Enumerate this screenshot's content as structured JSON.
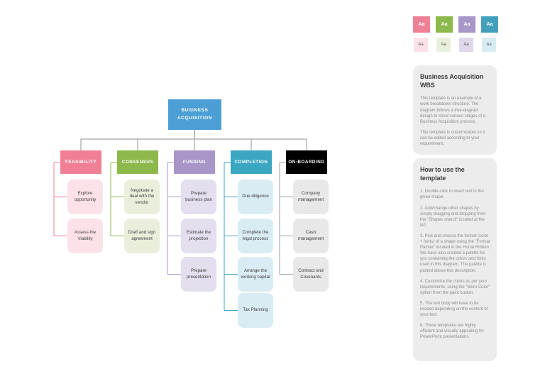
{
  "diagram": {
    "root": {
      "label": "BUSINESS ACQUISITION",
      "color": "#4b9fd4"
    },
    "connector_color": "#8f8f8f",
    "branches": [
      {
        "label": "FEASIBILITY",
        "color": "#f07f96",
        "light_color": "#fce2e8",
        "children": [
          "Explore opportunity",
          "Assess the Viability"
        ]
      },
      {
        "label": "CONSENSUS",
        "color": "#8db84b",
        "light_color": "#e9efdb",
        "children": [
          "Negotiate a deal with the vendor",
          "Draft and sign agreement"
        ]
      },
      {
        "label": "FUNDING",
        "color": "#a896c8",
        "light_color": "#e4dfee",
        "children": [
          "Prepare business plan",
          "Estimate the projection",
          "Prepare presentation"
        ]
      },
      {
        "label": "COMPLETION",
        "color": "#3aa6c2",
        "light_color": "#d9ecf4",
        "children": [
          "Due diligence",
          "Complete the legal process",
          "Arrange the working capital",
          "Tax Planning"
        ]
      },
      {
        "label": "ON-BOARDING",
        "color": "#000000",
        "light_color": "#e8e8e8",
        "bracket_color": "#9e9e9e",
        "children": [
          "Company management",
          "Cash management",
          "Contract and Covenants"
        ]
      }
    ]
  },
  "palette": {
    "label": "Aa",
    "solid": [
      "#ee8096",
      "#8db84b",
      "#a896c8",
      "#43a0bb"
    ],
    "light": [
      "#fbe2e8",
      "#e9f0dc",
      "#ded8ea",
      "#d7ebf2"
    ]
  },
  "sidebar": {
    "about": {
      "title": "Business Acquisition WBS",
      "paragraphs": [
        "This template is an example of a work breakdown structure. The diagram follows a tree-diagram design to show various stages of a Business Acquisition process.",
        "This template is customizable so it can be edited according to your requirement."
      ]
    },
    "howto": {
      "title": "How to use the template",
      "steps": [
        "1. Double click to insert text in the given shape.",
        "2. Add/change other shapes by simply dragging and dropping from the \"Shapes stencil\" located at the left.",
        "3. Pick and choose the format (color + fonts) of a shape using the \"Format Painter\" located in the Home Ribbon. We have also created a palette for you containing the colors and fonts used in this diagram. The palette is pasted above this description.",
        "4. Customize the colors as per your requirements, using the \"More Color\" option from the paint bucket.",
        "5. The text body will have to be resized depending on the content of your text.",
        "6. These templates are highly efficient and visually appealing for PowerPoint presentations."
      ]
    }
  }
}
